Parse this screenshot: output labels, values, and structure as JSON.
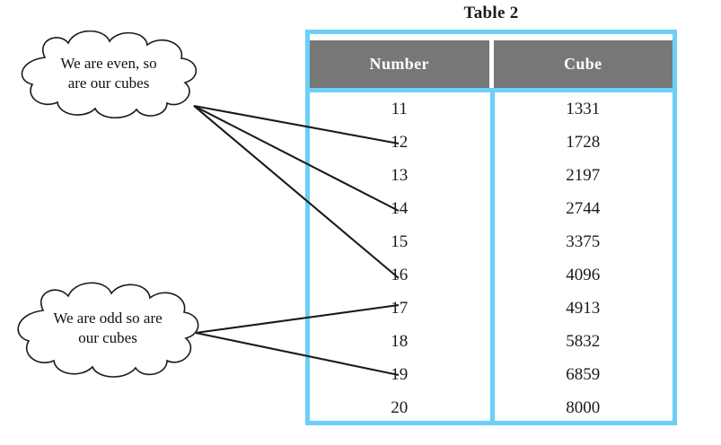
{
  "title": "Table 2",
  "table": {
    "columns": [
      "Number",
      "Cube"
    ],
    "rows": [
      {
        "number": "11",
        "cube": "1331"
      },
      {
        "number": "12",
        "cube": "1728"
      },
      {
        "number": "13",
        "cube": "2197"
      },
      {
        "number": "14",
        "cube": "2744"
      },
      {
        "number": "15",
        "cube": "3375"
      },
      {
        "number": "16",
        "cube": "4096"
      },
      {
        "number": "17",
        "cube": "4913"
      },
      {
        "number": "18",
        "cube": "5832"
      },
      {
        "number": "19",
        "cube": "6859"
      },
      {
        "number": "20",
        "cube": "8000"
      }
    ]
  },
  "callouts": {
    "even": {
      "text": "We are even, so\nare our cubes",
      "points_to": [
        "12",
        "14",
        "16"
      ]
    },
    "odd": {
      "text": "We are odd so are\nour cubes",
      "points_to": [
        "17",
        "19"
      ]
    }
  },
  "colors": {
    "table_border": "#6dcff6",
    "header_fill": "#777777",
    "header_text": "#ffffff",
    "body_text": "#1a1a1a",
    "line": "#1a1a1a"
  },
  "chart_data": {
    "type": "table",
    "title": "Table 2",
    "columns": [
      "Number",
      "Cube"
    ],
    "x": [
      11,
      12,
      13,
      14,
      15,
      16,
      17,
      18,
      19,
      20
    ],
    "values": [
      1331,
      1728,
      2197,
      2744,
      3375,
      4096,
      4913,
      5832,
      6859,
      8000
    ],
    "xlabel": "Number",
    "ylabel": "Cube",
    "annotations": [
      "We are even, so are our cubes",
      "We are odd so are our cubes"
    ]
  }
}
